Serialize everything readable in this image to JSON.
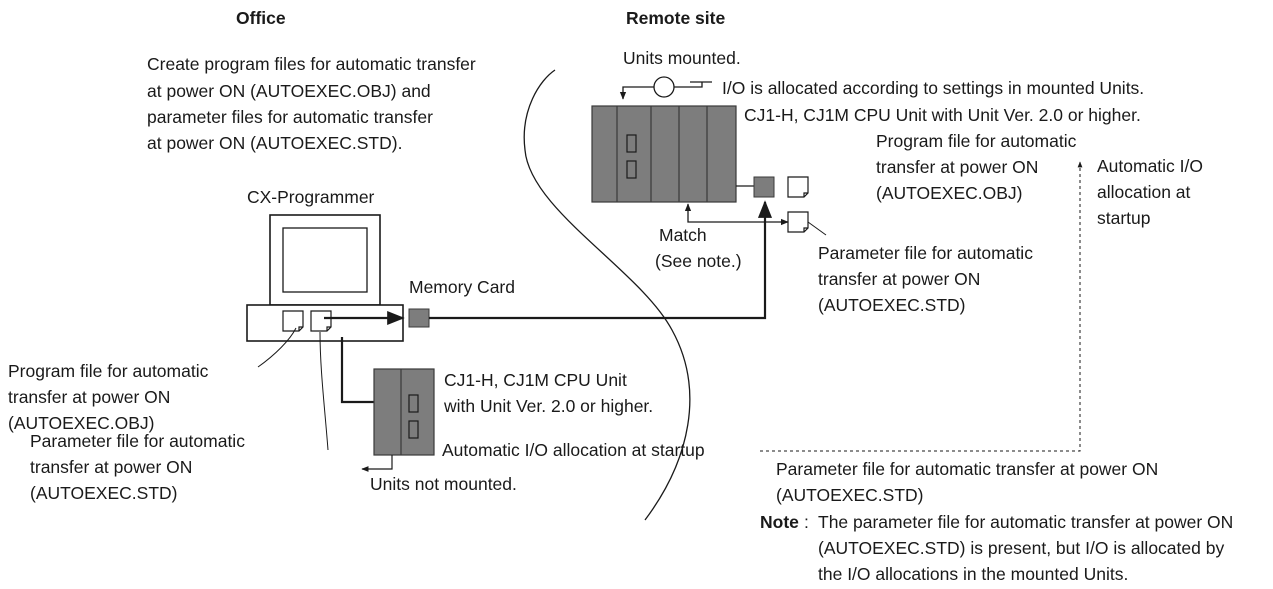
{
  "headers": {
    "office": "Office",
    "remote": "Remote site"
  },
  "office": {
    "create_note": [
      "Create program files for automatic transfer",
      "at power ON (AUTOEXEC.OBJ) and",
      "parameter files for automatic transfer",
      "at power ON (AUTOEXEC.STD)."
    ],
    "cx_programmer": "CX-Programmer",
    "memory_card": "Memory Card",
    "program_file": [
      "Program file for automatic",
      "transfer at power ON",
      "(AUTOEXEC.OBJ)"
    ],
    "parameter_file": [
      "Parameter file for automatic",
      "transfer at power ON",
      "(AUTOEXEC.STD)"
    ],
    "cpu_unit": [
      "CJ1-H, CJ1M CPU Unit",
      "with Unit Ver. 2.0 or higher."
    ],
    "auto_io": "Automatic I/O allocation at startup",
    "units_not_mounted": "Units not mounted."
  },
  "remote": {
    "units_mounted": "Units mounted.",
    "io_allocated": "I/O is allocated according to settings in mounted Units.",
    "cpu_unit": "CJ1-H, CJ1M CPU Unit with Unit Ver. 2.0 or higher.",
    "program_file": [
      "Program file for automatic",
      "transfer at power ON",
      "(AUTOEXEC.OBJ)"
    ],
    "auto_io": [
      "Automatic I/O",
      "allocation at",
      "startup"
    ],
    "match": [
      "Match",
      "(See note.)"
    ],
    "parameter_file": [
      "Parameter file for automatic",
      "transfer at power ON",
      "(AUTOEXEC.STD)"
    ],
    "bottom_param": [
      "Parameter file for automatic transfer at power ON",
      "(AUTOEXEC.STD)"
    ]
  },
  "note": {
    "label": "Note",
    "colon": ":",
    "lines": [
      "The parameter file for automatic transfer at power ON",
      "(AUTOEXEC.STD) is present, but I/O is allocated by",
      "the I/O allocations in the mounted Units."
    ]
  },
  "colors": {
    "unit_fill": "#7d7d7d",
    "unit_stroke": "#3a3a3a",
    "line": "#1a1a1a"
  }
}
